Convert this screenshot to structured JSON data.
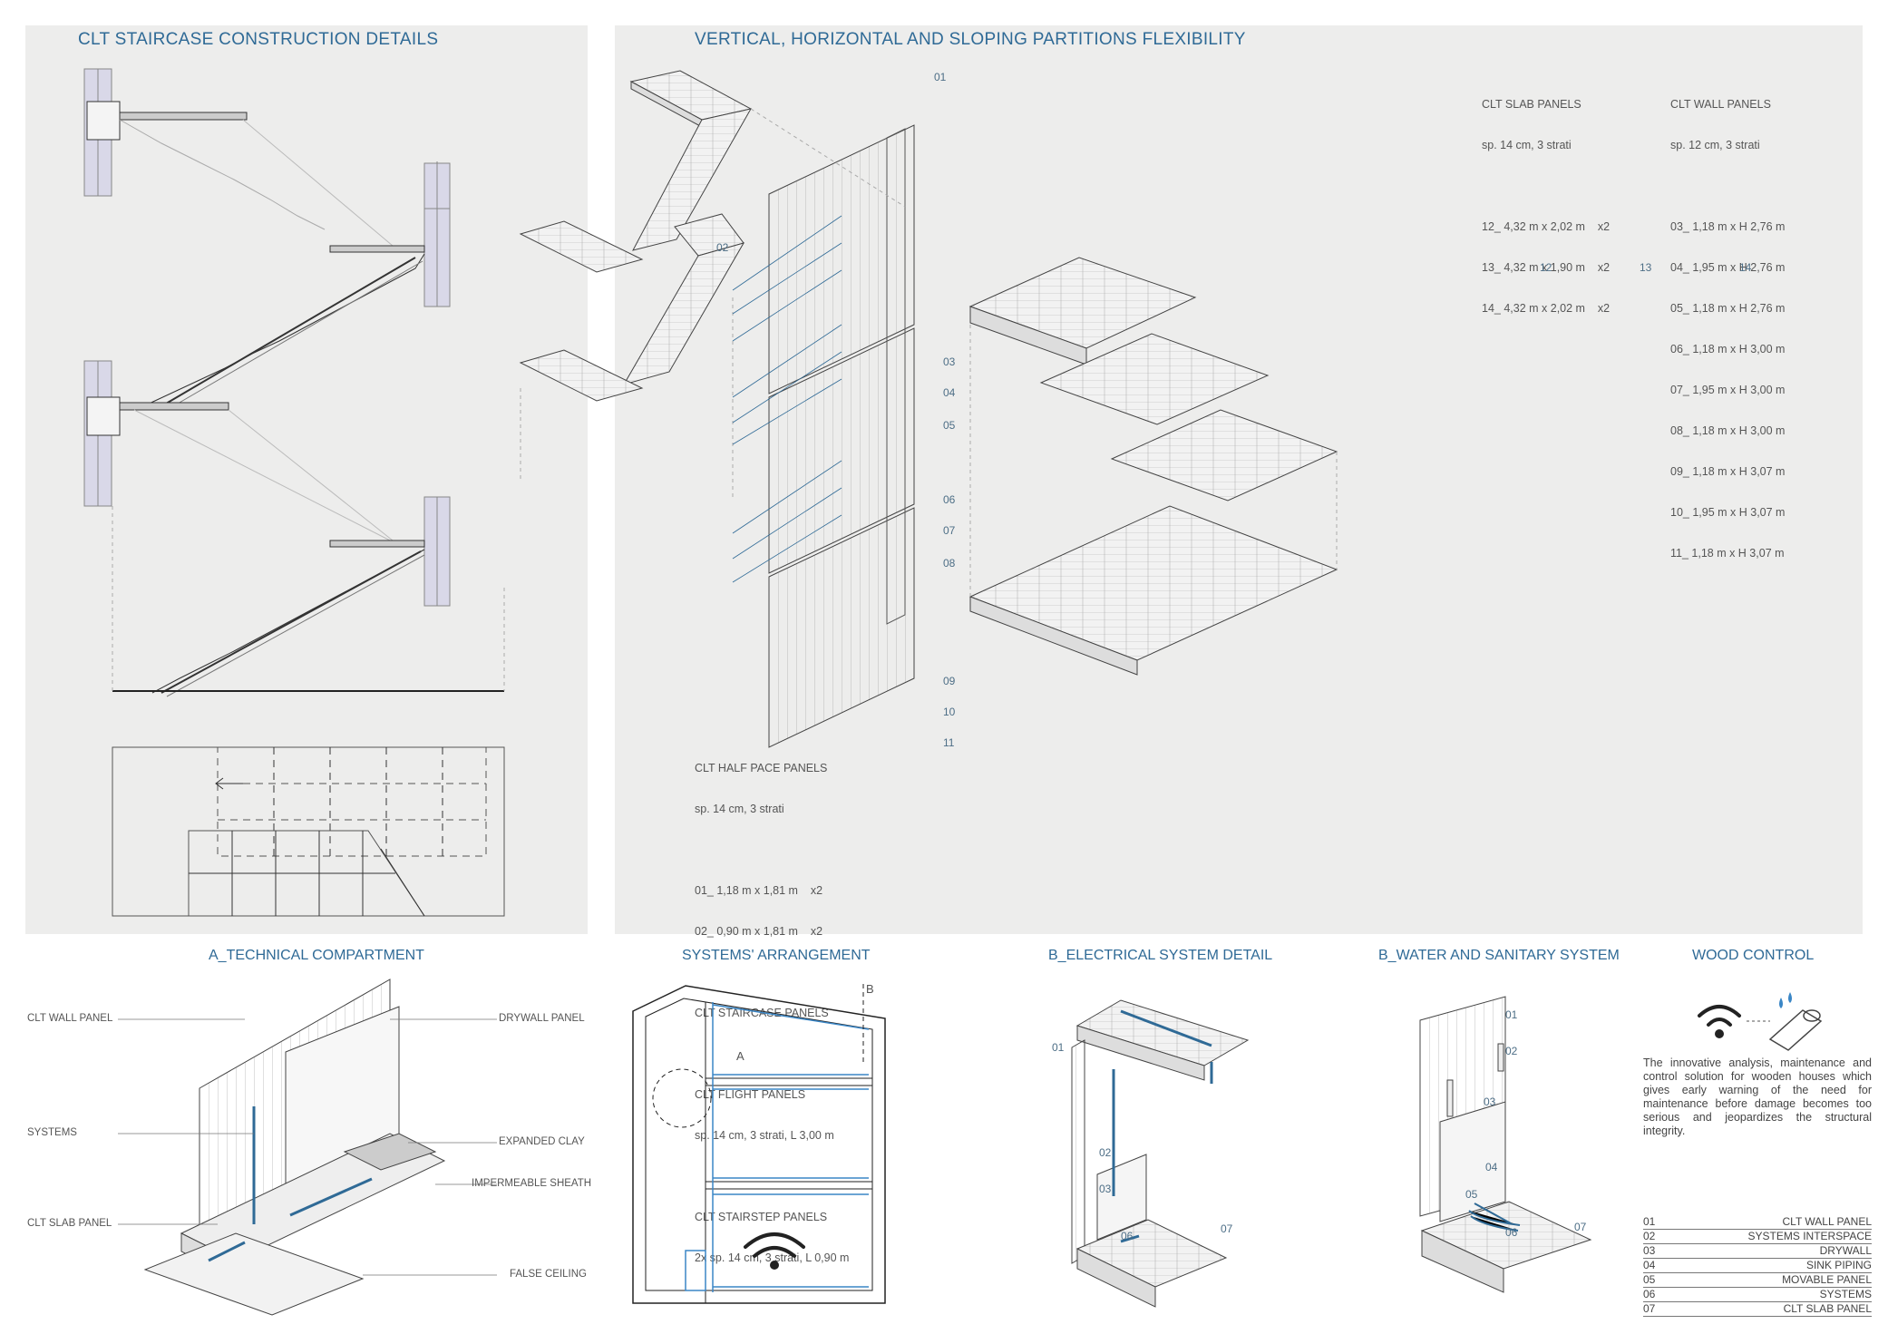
{
  "staircase": {
    "title": "CLT STAIRCASE CONSTRUCTION DETAILS"
  },
  "partitions": {
    "title": "VERTICAL, HORIZONTAL AND SLOPING PARTITIONS FLEXIBILITY",
    "slab_panels": {
      "heading": "CLT SLAB PANELS",
      "spec": "sp. 14 cm, 3 strati",
      "items": [
        "12_ 4,32 m x 2,02 m    x2",
        "13_ 4,32 m x 1,90 m    x2",
        "14_ 4,32 m x 2,02 m    x2"
      ]
    },
    "wall_panels": {
      "heading": "CLT WALL PANELS",
      "spec": "sp. 12 cm, 3 strati",
      "items": [
        "03_ 1,18 m x H 2,76 m",
        "04_ 1,95 m x H 2,76 m",
        "05_ 1,18 m x H 2,76 m",
        "06_ 1,18 m x H 3,00 m",
        "07_ 1,95 m x H 3,00 m",
        "08_ 1,18 m x H 3,00 m",
        "09_ 1,18 m x H 3,07 m",
        "10_ 1,95 m x H 3,07 m",
        "11_ 1,18 m x H 3,07 m"
      ]
    },
    "half_pace": {
      "heading": "CLT HALF PACE PANELS",
      "spec": "sp. 14 cm, 3 strati",
      "items": [
        "01_ 1,18 m x 1,81 m    x2",
        "02_ 0,90 m x 1,81 m    x2"
      ],
      "staircase_heading": "CLT STAIRCASE PANELS",
      "flight_heading": "CLT FLIGHT PANELS",
      "flight_spec": "sp. 14 cm, 3 strati, L 3,00 m",
      "step_heading": "CLT STAIRSTEP PANELS",
      "step_spec": "2x sp. 14 cm, 3 strati, L 0,90 m"
    },
    "callouts": [
      "01",
      "02",
      "03",
      "04",
      "05",
      "06",
      "07",
      "08",
      "09",
      "10",
      "11",
      "12",
      "13",
      "14"
    ]
  },
  "technical": {
    "title": "A_TECHNICAL COMPARTMENT",
    "labels": {
      "clt_wall": "CLT WALL PANEL",
      "systems": "SYSTEMS",
      "clt_slab": "CLT SLAB PANEL",
      "drywall": "DRYWALL PANEL",
      "expanded_clay": "EXPANDED CLAY",
      "sheath": "IMPERMEABLE SHEATH",
      "false_ceiling": "FALSE CEILING"
    }
  },
  "systems": {
    "title": "SYSTEMS' ARRANGEMENT",
    "marker_a": "A",
    "marker_b": "B"
  },
  "electrical": {
    "title": "B_ELECTRICAL SYSTEM DETAIL",
    "callouts": [
      "01",
      "02",
      "03",
      "06",
      "07"
    ]
  },
  "water": {
    "title": "B_WATER AND SANITARY SYSTEM",
    "callouts": [
      "01",
      "02",
      "03",
      "04",
      "05",
      "06",
      "07"
    ]
  },
  "wood_control": {
    "title": "WOOD CONTROL",
    "text": "The innovative analysis, maintenance and control solution for wooden houses which gives early warning of the need for maintenance before damage becomes too serious and jeopardizes the structural integrity.",
    "legend": [
      {
        "num": "01",
        "label": "CLT WALL PANEL"
      },
      {
        "num": "02",
        "label": "SYSTEMS INTERSPACE"
      },
      {
        "num": "03",
        "label": "DRYWALL"
      },
      {
        "num": "04",
        "label": "SINK PIPING"
      },
      {
        "num": "05",
        "label": "MOVABLE PANEL"
      },
      {
        "num": "06",
        "label": "SYSTEMS"
      },
      {
        "num": "07",
        "label": "CLT SLAB PANEL"
      }
    ],
    "icons": [
      "wifi-icon",
      "water-drops-icon",
      "wood-log-icon"
    ],
    "accent": "#2f6a96"
  }
}
